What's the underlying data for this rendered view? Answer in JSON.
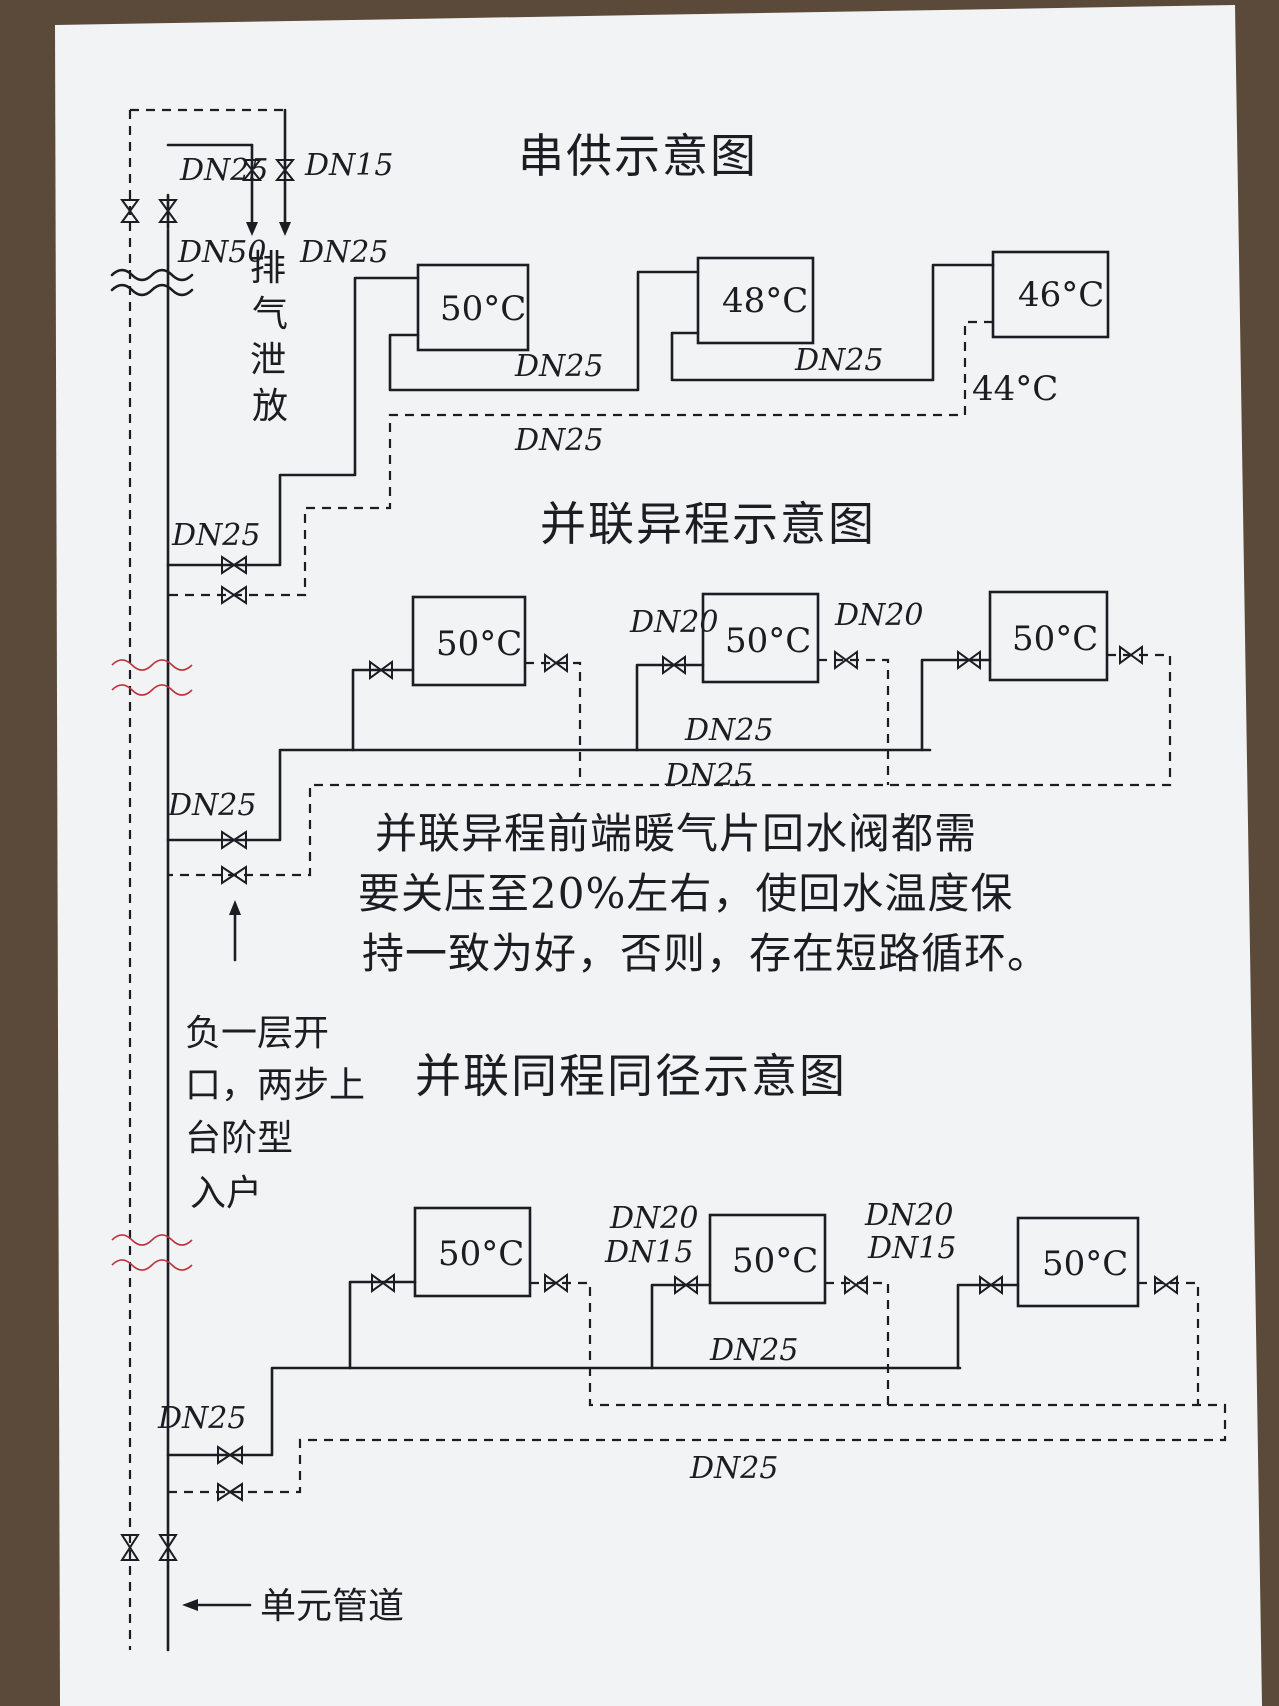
{
  "colors": {
    "paper": "#f2f3f5",
    "ink": "#1c1c22",
    "red_mark": "#c0313a",
    "background": "#5b4a3a"
  },
  "titles": {
    "series": "串供示意图",
    "parallel_reverse": "并联异程示意图",
    "parallel_direct": "并联同程同径示意图"
  },
  "labels": {
    "dn25": "DN25",
    "dn15": "DN15",
    "dn50": "DN50",
    "dn20": "DN20",
    "dn25_supply_top": "DN25",
    "temp_44": "44°C",
    "exhaust": [
      "排",
      "气",
      "泄",
      "放"
    ]
  },
  "series_section": {
    "radiators": [
      "50°C",
      "48°C",
      "46°C"
    ],
    "pipe_labels": [
      "DN25",
      "DN25",
      "DN25",
      "DN25"
    ]
  },
  "reverse_section": {
    "radiators": [
      "50°C",
      "50°C",
      "50°C"
    ],
    "pipe_labels": [
      "DN20",
      "DN20",
      "DN25",
      "DN25",
      "DN25"
    ]
  },
  "direct_section": {
    "radiators": [
      "50°C",
      "50°C",
      "50°C"
    ],
    "pipe_labels": [
      "DN20",
      "DN15",
      "DN20",
      "DN15",
      "DN25",
      "DN25",
      "DN25"
    ]
  },
  "note": {
    "lines": [
      "并联异程前端暖气片回水阀都需",
      "要关压至20%左右，使回水温度保",
      "持一致为好，否则，存在短路循环。"
    ]
  },
  "side_note": {
    "lines": [
      "负一层开",
      "口，两步上",
      "台阶型",
      "入户"
    ]
  },
  "bottom_label": "单元管道"
}
